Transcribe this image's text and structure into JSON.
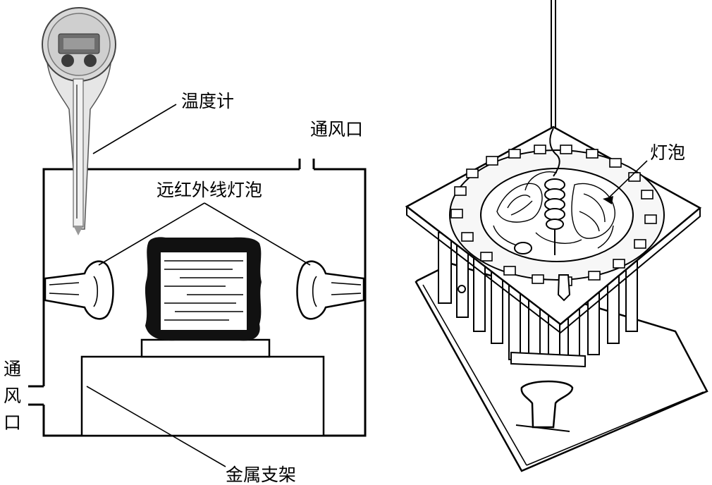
{
  "labels": {
    "thermometer": "温度计",
    "vent_top": "通风口",
    "infrared_bulb": "远红外线灯泡",
    "vent_left_1": "通",
    "vent_left_2": "风",
    "vent_left_3": "口",
    "metal_stand": "金属支架",
    "bulb_right": "灯泡"
  },
  "colors": {
    "ink": "#000000",
    "paper": "#ffffff",
    "thermometer_body": "#d8d8d8",
    "thermometer_display": "#6d6d6d"
  }
}
